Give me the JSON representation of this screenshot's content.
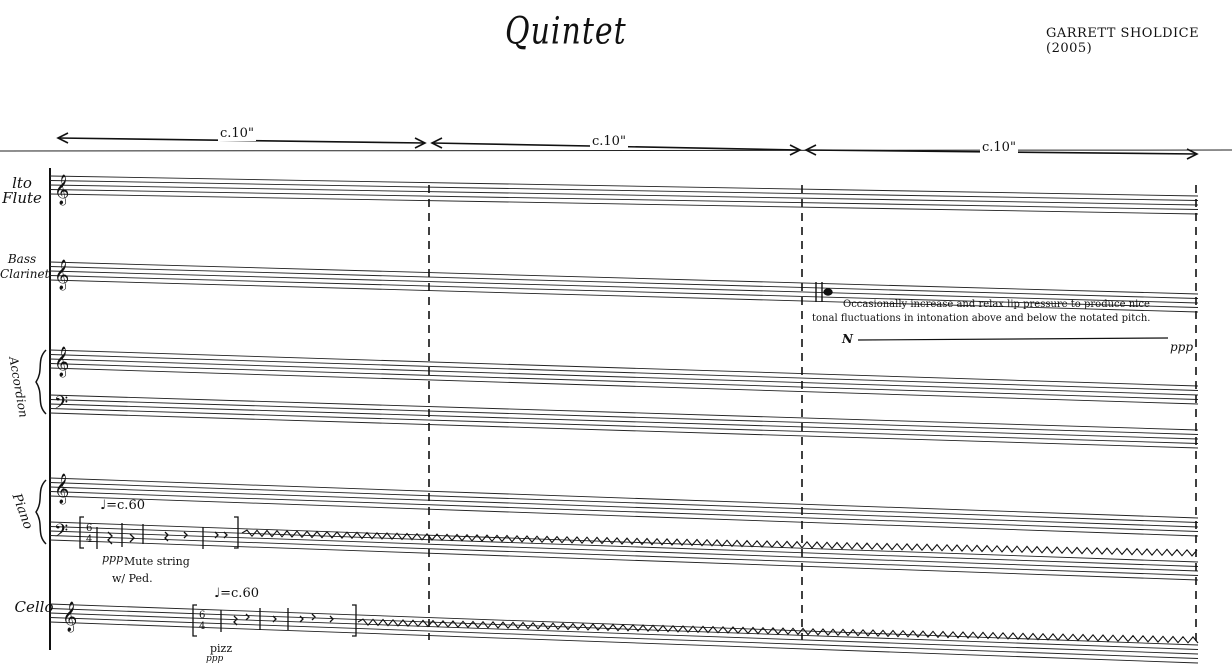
{
  "header": {
    "title": "Quintet",
    "composer": "GARRETT SHOLDICE (2005)"
  },
  "durations": [
    "c.10\"",
    "c.10\"",
    "c.10\""
  ],
  "instruments": {
    "alto_flute": "lto Flute",
    "bass_clarinet": "Bass Clarinet",
    "accordion": "Accordion",
    "piano": "Piano",
    "cello": "Cello"
  },
  "bass_clarinet_direction": {
    "line1": "Occasionally increase and relax lip pressure to produce nice",
    "line2": "tonal fluctuations in intonation above and below the notated pitch.",
    "start_dynamic": "N",
    "end_dynamic": "ppp"
  },
  "piano_cell": {
    "tempo": "♩=c.60",
    "time_signature": "6/4",
    "dynamic": "ppp",
    "technique": "Mute string",
    "pedal": "w/ Ped."
  },
  "cello_cell": {
    "tempo": "♩=c.60",
    "time_signature": "6/4",
    "technique": "pizz",
    "dynamic": "ppp"
  }
}
